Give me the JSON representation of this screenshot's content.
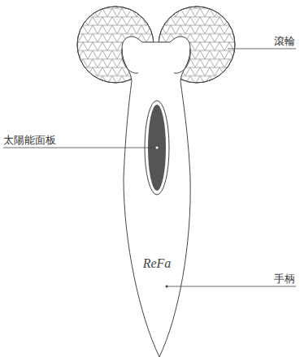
{
  "diagram": {
    "labels": [
      "滾輪",
      "太陽能面板",
      "ReFa",
      "手柄"
    ]
  }
}
